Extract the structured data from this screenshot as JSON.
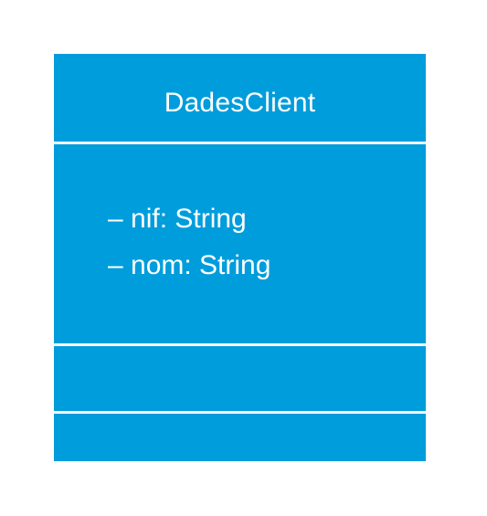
{
  "uml_class": {
    "name": "DadesClient",
    "attributes": [
      "– nif: String",
      "– nom: String"
    ],
    "operations": []
  },
  "colors": {
    "class_fill": "#009ddc",
    "text": "#ffffff",
    "divider": "#ffffff",
    "background": "#ffffff"
  }
}
